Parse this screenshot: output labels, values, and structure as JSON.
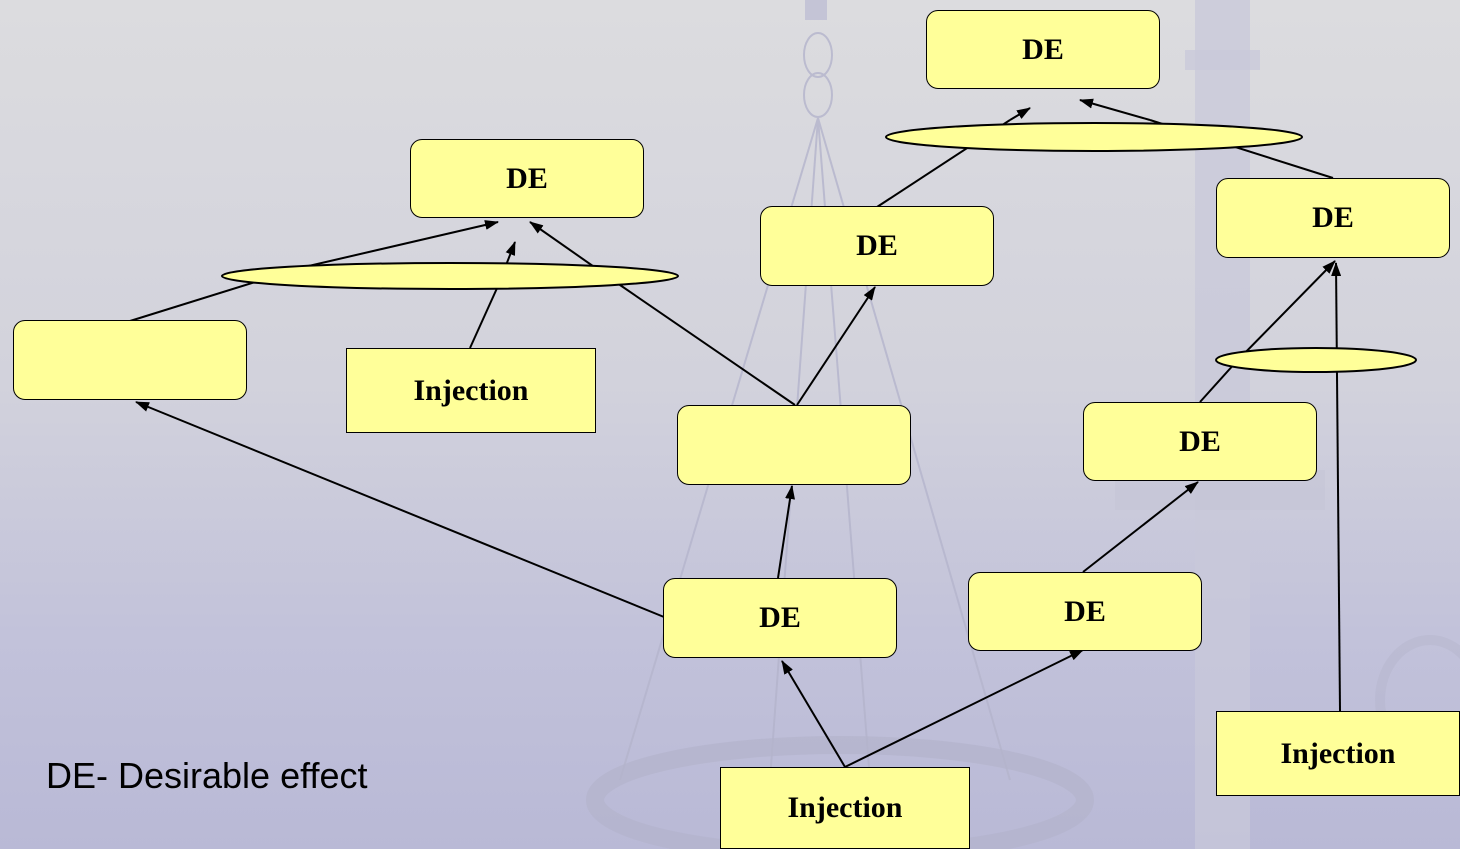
{
  "legend": "DE- Desirable effect",
  "nodes": {
    "de_top": "DE",
    "de_left": "DE",
    "de_mid": "DE",
    "de_right": "DE",
    "blank_left": "",
    "injection_left": "Injection",
    "blank_center": "",
    "de_right_mid": "DE",
    "de_center_low": "DE",
    "de_low_right": "DE",
    "injection_bottom": "Injection",
    "injection_right": "Injection"
  },
  "colors": {
    "node_fill": "#ffff99",
    "line": "#000000"
  }
}
